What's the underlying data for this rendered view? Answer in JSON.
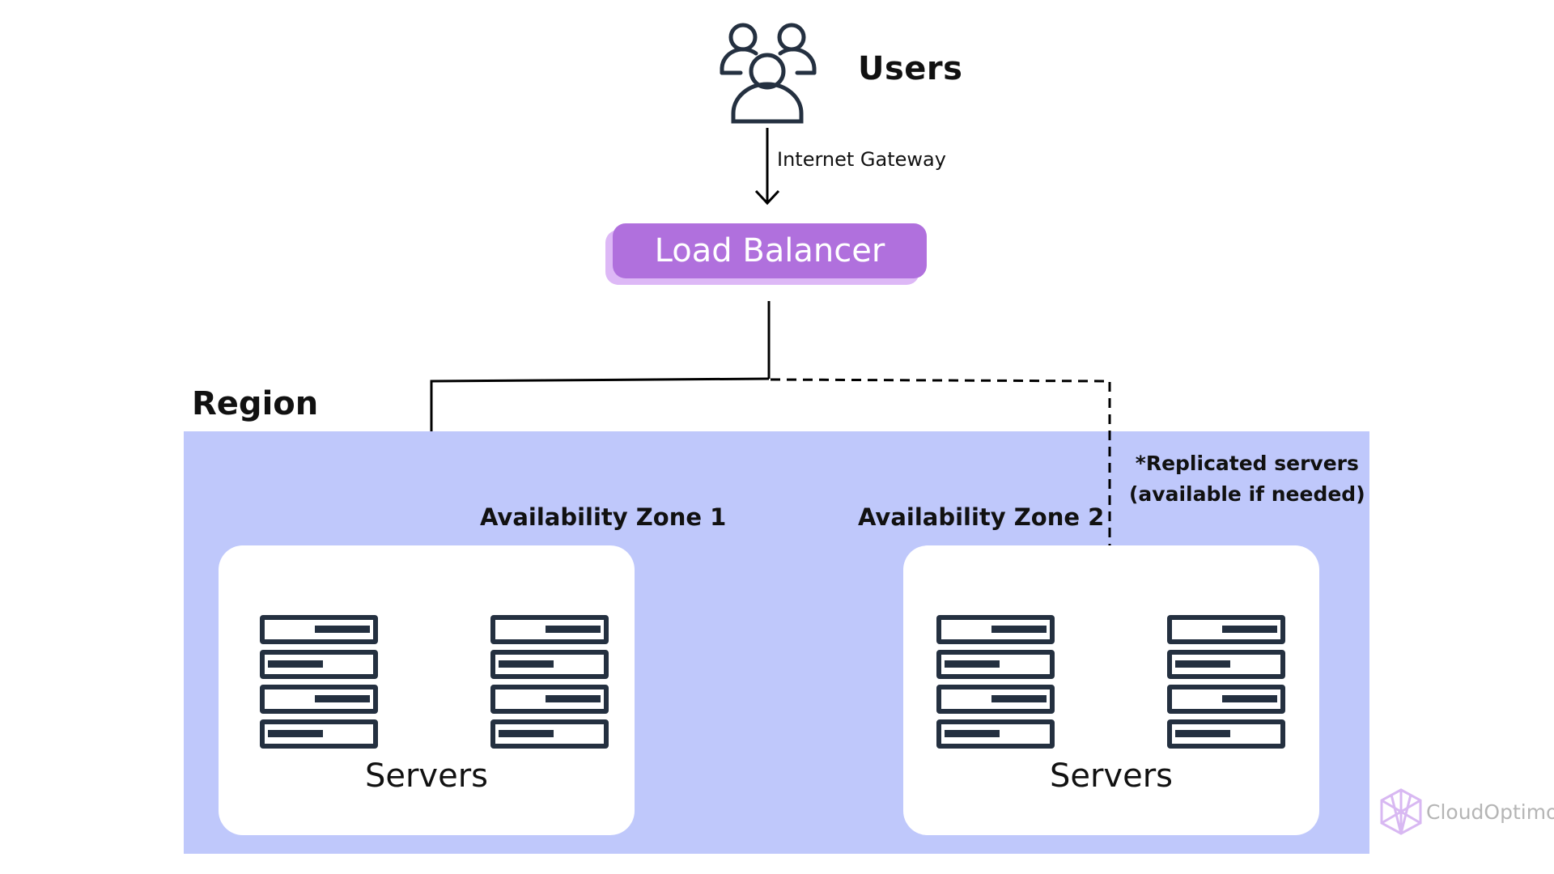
{
  "users": {
    "label": "Users",
    "icon": "users-group-icon"
  },
  "gateway": {
    "label": "Internet Gateway"
  },
  "load_balancer": {
    "label": "Load Balancer",
    "color": "#b070dd",
    "shadow_color": "#ddb8f6"
  },
  "region": {
    "label": "Region",
    "color": "#bfc8fb"
  },
  "zones": [
    {
      "label": "Availability Zone 1",
      "servers_label": "Servers",
      "connection": "solid"
    },
    {
      "label": "Availability Zone 2",
      "servers_label": "Servers",
      "connection": "dashed"
    }
  ],
  "note": {
    "line1": "*Replicated servers",
    "line2": "(available if needed)"
  },
  "server_icon": "server-rack-icon",
  "stroke_color": "#243040",
  "watermark": {
    "label": "CloudOptimo",
    "icon": "cloudoptimo-logo-icon"
  }
}
